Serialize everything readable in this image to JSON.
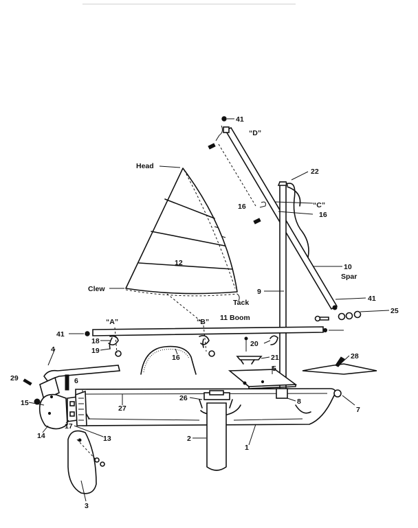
{
  "diagram": {
    "labels": {
      "head": "Head",
      "clew": "Clew",
      "tack": "Tack",
      "spar": "Spar",
      "boom": "11 Boom",
      "ref_a": "“A”",
      "ref_b": "“B”",
      "ref_c": "“C”",
      "ref_d": "“D”"
    },
    "callouts": {
      "p1": "1",
      "p2": "2",
      "p3": "3",
      "p4": "4",
      "p5": "5",
      "p6": "6",
      "p7": "7",
      "p8": "8",
      "p9": "9",
      "p10": "10",
      "p12": "12",
      "p13": "13",
      "p14": "14",
      "p15": "15",
      "p16a": "16",
      "p16b": "16",
      "p16c": "16",
      "p17": "17",
      "p18": "18",
      "p19": "19",
      "p20": "20",
      "p21": "21",
      "p22": "22",
      "p25": "25",
      "p26": "26",
      "p27": "27",
      "p28": "28",
      "p29": "29",
      "p41a": "41",
      "p41b": "41",
      "p41c": "41"
    }
  }
}
